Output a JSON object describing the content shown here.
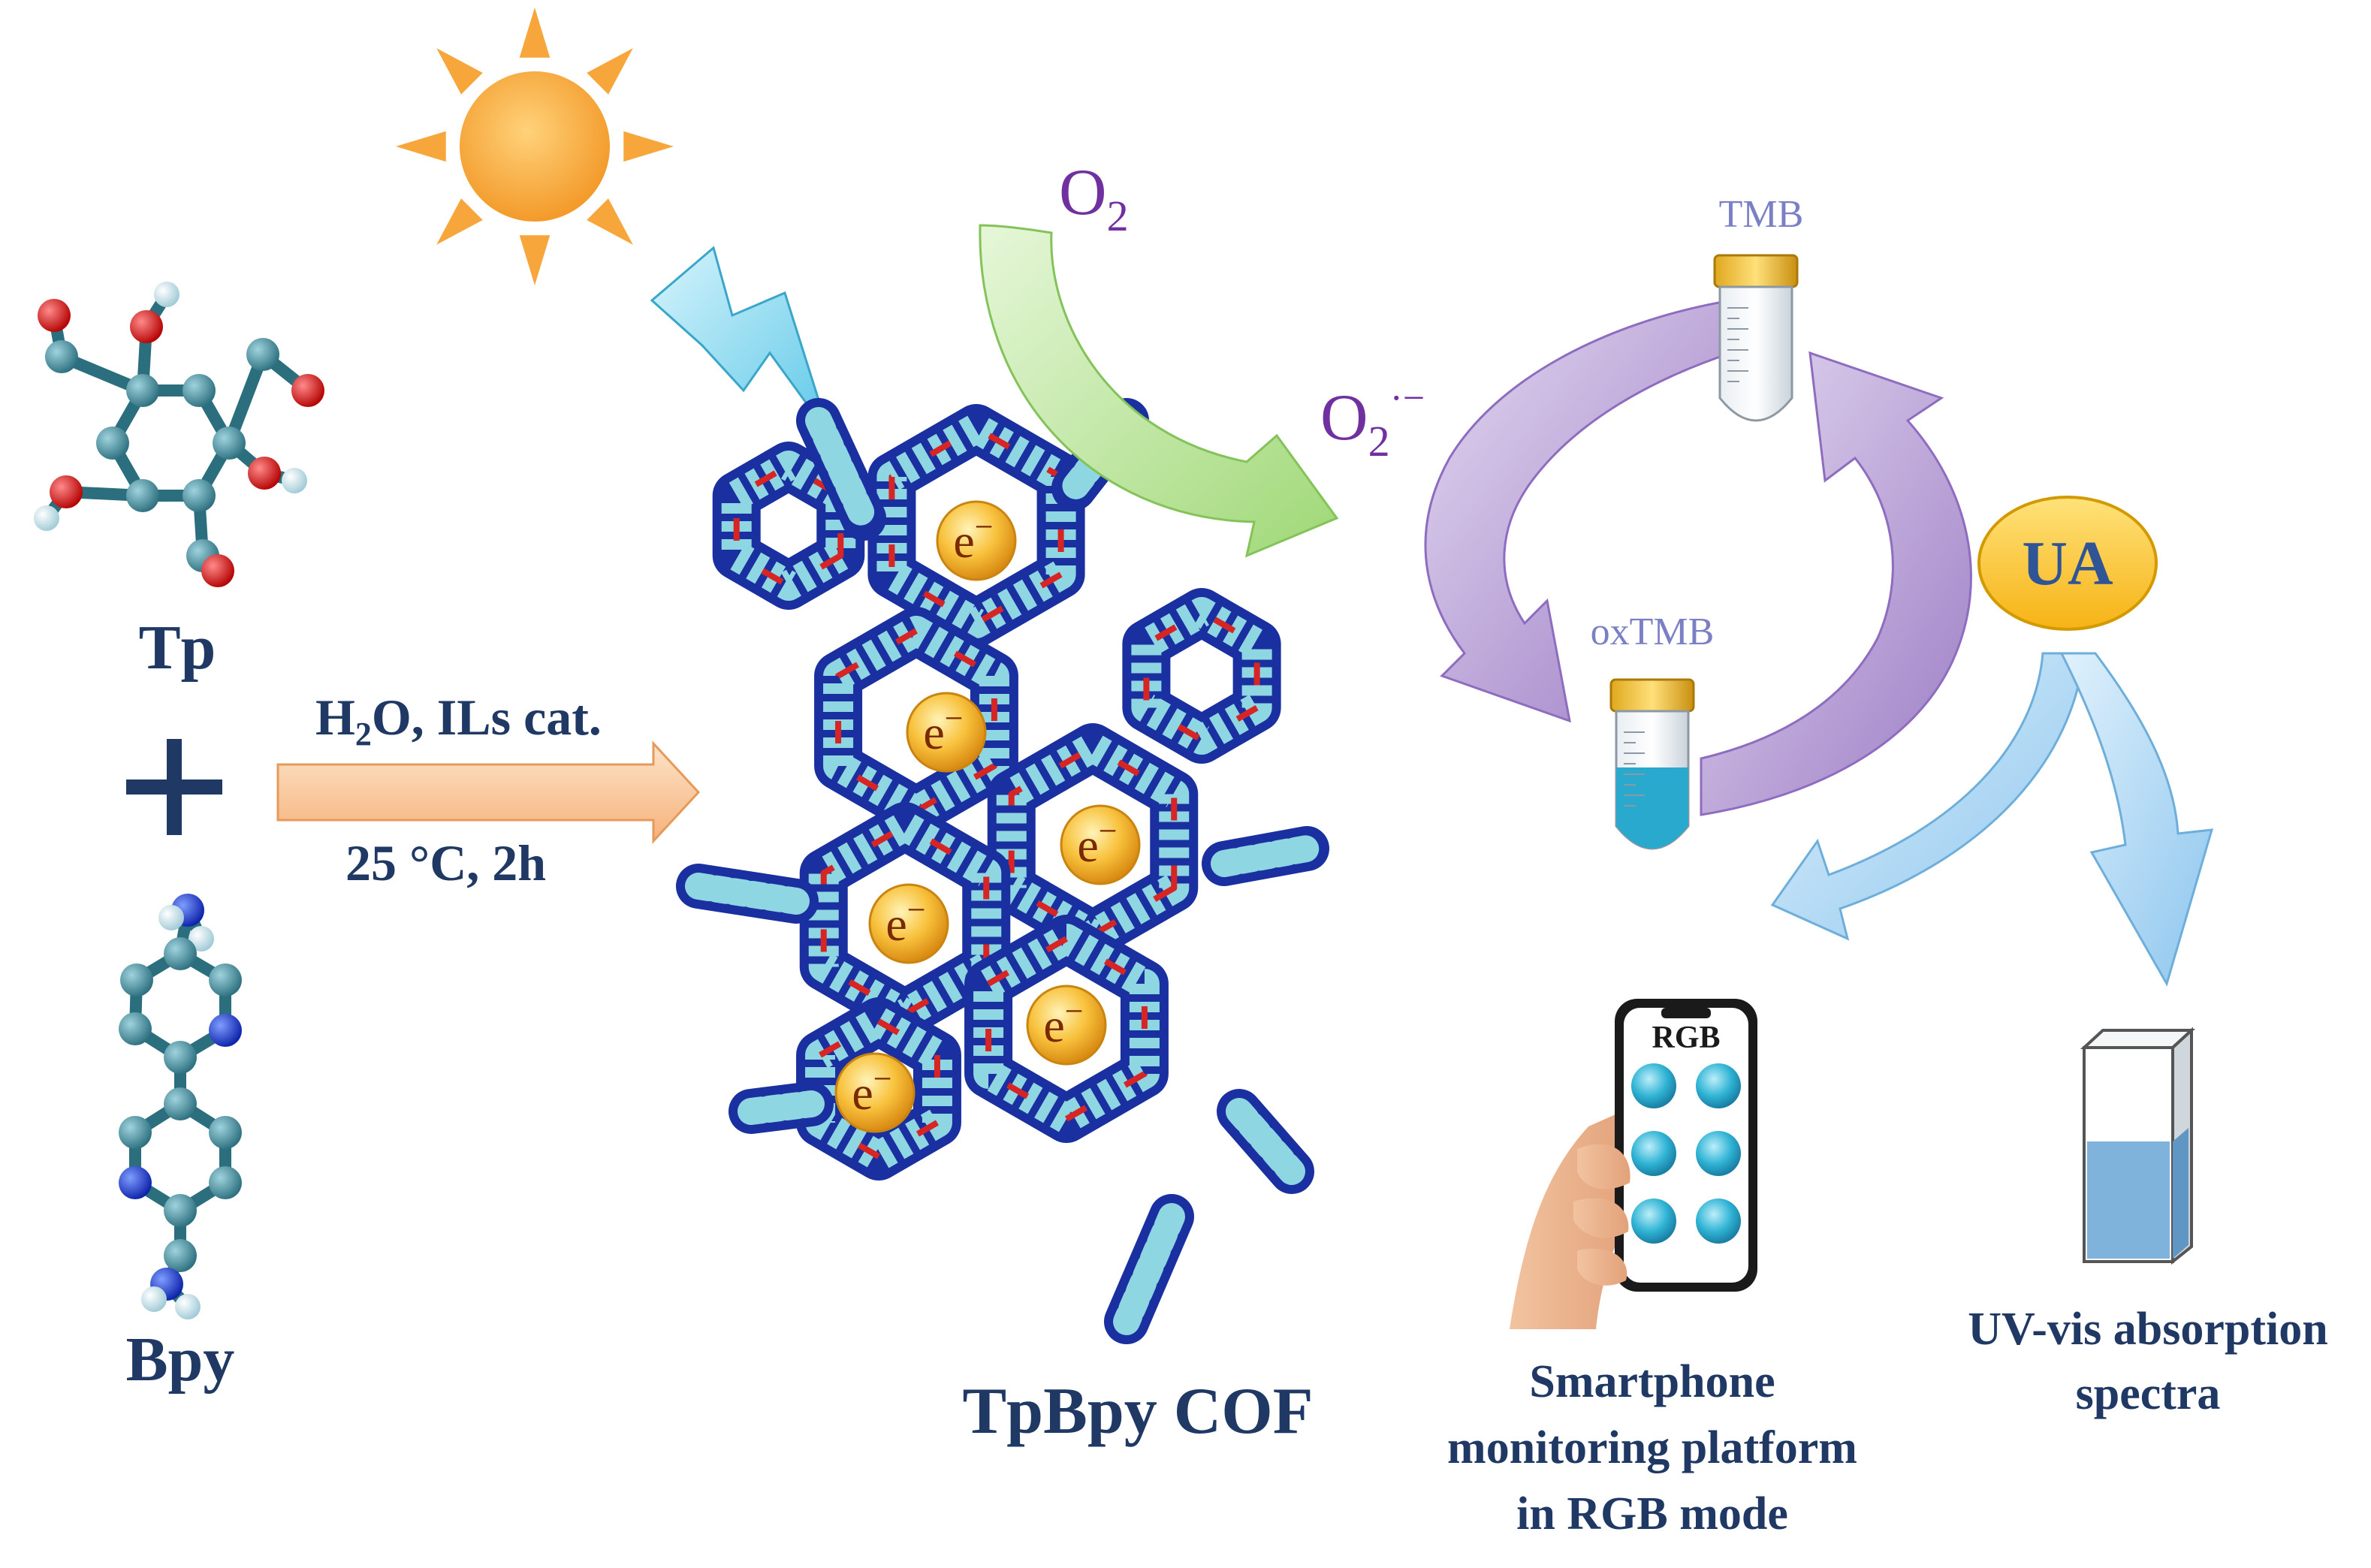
{
  "labels": {
    "tp": "Tp",
    "bpy": "Bpy",
    "plus": "+",
    "conditions_line1_a": "H",
    "conditions_line1_sub": "2",
    "conditions_line1_b": "O, ILs cat.",
    "conditions_line2": "25 °C, 2h",
    "cof": "TpBpy COF",
    "electron": "e",
    "electron_sup": "−",
    "o2_a": "O",
    "o2_sub": "2",
    "superoxide_a": "O",
    "superoxide_sub": "2",
    "superoxide_sup": "·−",
    "tmb": "TMB",
    "oxtmb": "oxTMB",
    "ua": "UA",
    "rgb": "RGB",
    "smartphone_line1": "Smartphone",
    "smartphone_line2": "monitoring platform",
    "smartphone_line3": "in RGB mode",
    "uvvis_line1": "UV-vis absorption",
    "uvvis_line2": "spectra"
  },
  "colors": {
    "navy_text": "#1f3864",
    "purple_text": "#7030a0",
    "sun": "#f7a63b",
    "lightning": "#7fd7f0",
    "synthesis_arrow": "#f8c79a",
    "green_arrow": "#b6e39a",
    "cycle_arrow": "#b9a0d4",
    "blue_arrow": "#a8d4f2",
    "electron": "#f5b82e",
    "ua_ellipse": "#ffc629",
    "oxtmb_liquid": "#2aa9cf",
    "rgb_dot": "#34b6d3",
    "cuvette_liquid": "#7fb3dc"
  }
}
